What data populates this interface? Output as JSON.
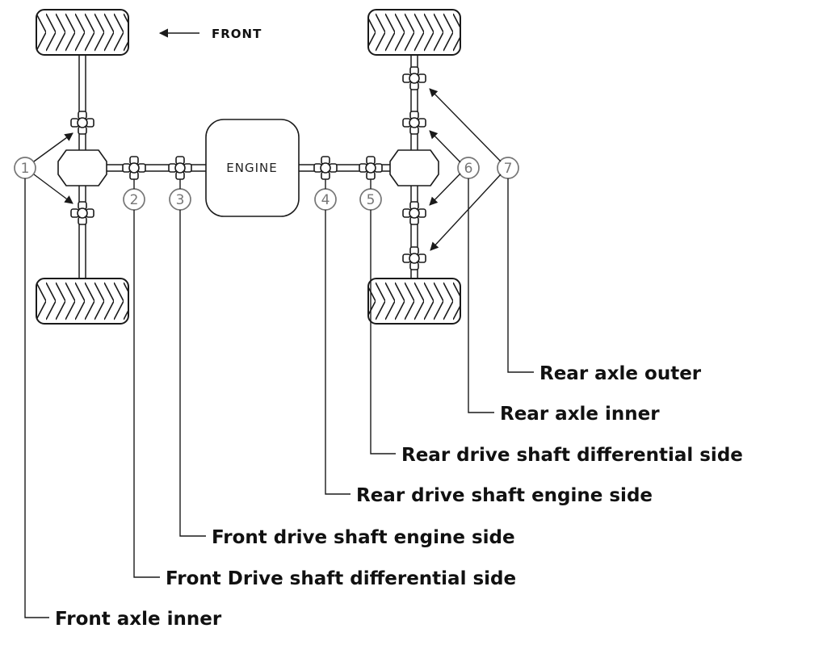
{
  "diagram": {
    "front_label": "FRONT",
    "engine_label": "ENGINE"
  },
  "callouts": [
    {
      "num": "1",
      "label": "Front axle inner"
    },
    {
      "num": "2",
      "label": "Front Drive shaft differential side"
    },
    {
      "num": "3",
      "label": "Front drive shaft engine side"
    },
    {
      "num": "4",
      "label": "Rear drive shaft engine side"
    },
    {
      "num": "5",
      "label": "Rear drive shaft differential side"
    },
    {
      "num": "6",
      "label": "Rear axle inner"
    },
    {
      "num": "7",
      "label": "Rear axle outer"
    }
  ],
  "colors": {
    "line": "#1a1a1a",
    "callout": "#767676",
    "background": "#ffffff"
  }
}
